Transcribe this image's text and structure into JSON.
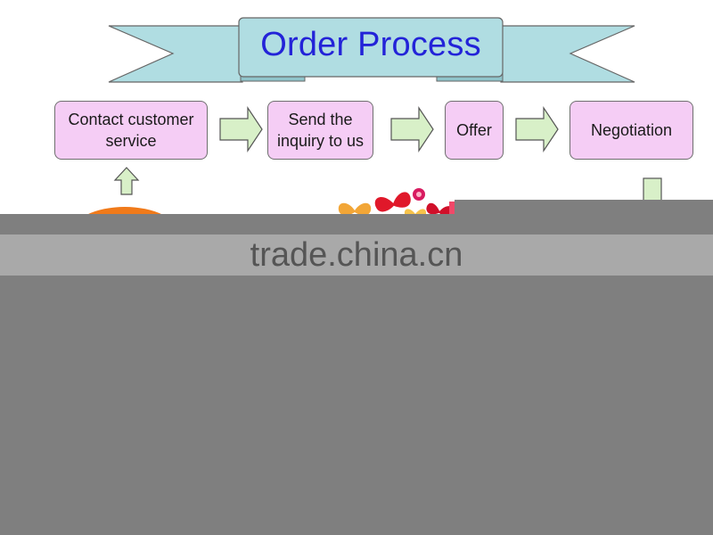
{
  "diagram": {
    "title": "Order Process",
    "steps": [
      {
        "id": "contact",
        "label": "Contact customer service"
      },
      {
        "id": "inquiry",
        "label": "Send the inquiry to us"
      },
      {
        "id": "offer",
        "label": "Offer"
      },
      {
        "id": "negotiation",
        "label": "Negotiation"
      }
    ]
  },
  "watermark": "trade.china.cn",
  "colors": {
    "banner_fill": "#b0dde2",
    "title_text": "#2323d8",
    "step_fill": "#f5cdf5",
    "arrow_fill": "#d8f0c8",
    "overlay_dark": "#7f7f7f",
    "overlay_band": "#a9a9a9"
  }
}
